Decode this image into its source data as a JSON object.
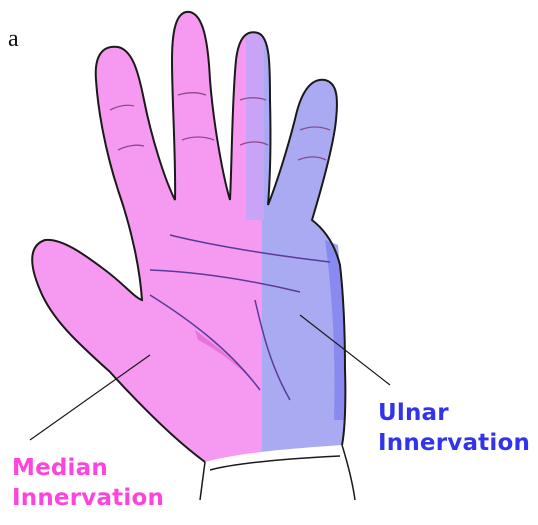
{
  "figure": {
    "panel_letter": "a",
    "median": {
      "label_line1": "Median",
      "label_line2": "Innervation",
      "color": "#f59af0"
    },
    "ulnar": {
      "label_line1": "Ulnar",
      "label_line2": "Innervation",
      "color": "#a9aaf2"
    },
    "outline_color": "#1a1a1a",
    "label_colors": {
      "median": "#ff44dd",
      "ulnar": "#3333ee"
    }
  }
}
